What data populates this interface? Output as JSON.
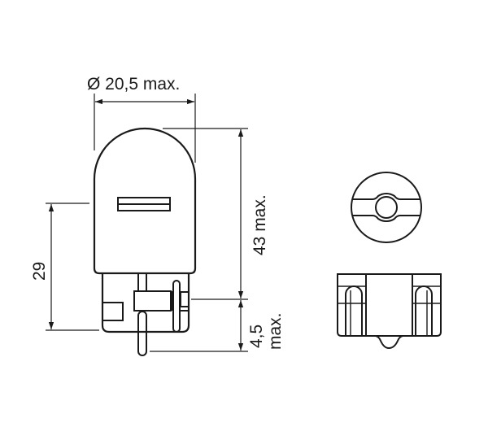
{
  "diagram": {
    "type": "technical-drawing",
    "subject": "wedge-base-bulb",
    "colors": {
      "line": "#1a1a1a",
      "background": "#ffffff"
    },
    "dimensions": {
      "diameter": {
        "label": "Ø 20,5 max."
      },
      "overall_height": {
        "label": "43 max."
      },
      "base_height": {
        "value": "4,5",
        "suffix": "max."
      },
      "light_center": {
        "label": "29"
      }
    },
    "views": [
      {
        "name": "side-view"
      },
      {
        "name": "top-view"
      },
      {
        "name": "base-end-view"
      }
    ]
  }
}
